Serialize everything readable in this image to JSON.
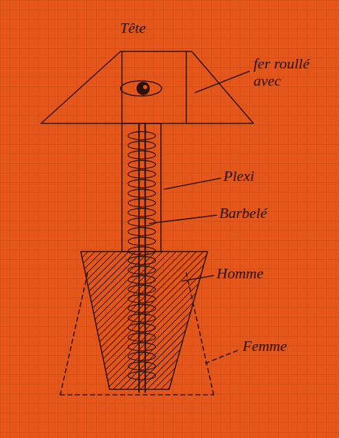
{
  "diagram": {
    "labels": [
      "Tête",
      "fer roullé avec",
      "Plexi",
      "Barbelé",
      "Homme",
      "Femme"
    ]
  }
}
